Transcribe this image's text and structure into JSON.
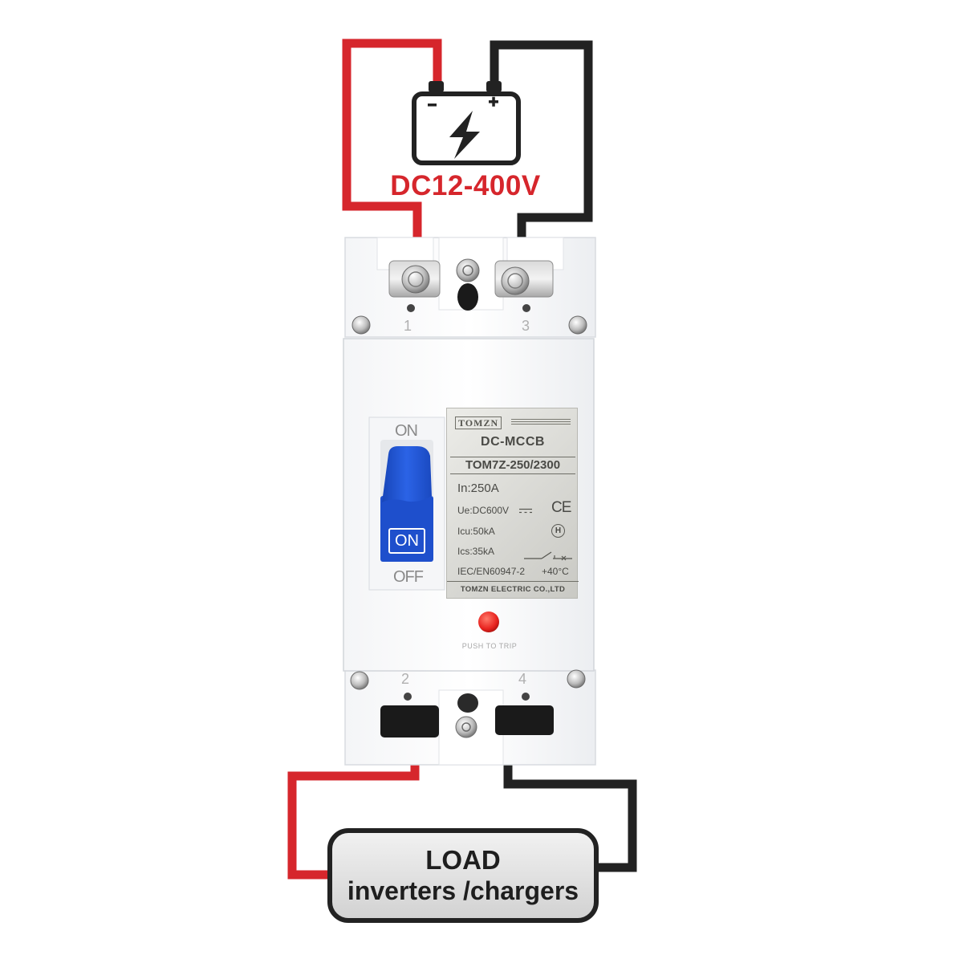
{
  "diagram": {
    "supply_voltage": "DC12-400V",
    "battery": {
      "negative_sign": "−",
      "positive_sign": "+"
    },
    "breaker": {
      "nameplate": {
        "brand": "TOMZN",
        "type": "DC-MCCB",
        "model": "TOM7Z-250/2300",
        "rated_current": "In:250A",
        "rated_voltage": "Ue:DC600V",
        "ultimate_breaking": "Icu:50kA",
        "service_breaking": "Ics:35kA",
        "standard": "IEC/EN60947-2",
        "temperature": "+40°C",
        "manufacturer": "TOMZN ELECTRIC CO.,LTD",
        "ce_mark": "CE",
        "h_mark": "H"
      },
      "switch": {
        "top_label": "ON",
        "handle_label": "ON",
        "bottom_label": "OFF",
        "handle_color": "#1f56d6"
      },
      "terminals": [
        "1",
        "3",
        "2",
        "4"
      ],
      "trip_button_label": "PUSH TO TRIP",
      "trip_button_color": "#e8231f"
    },
    "load": {
      "title": "LOAD",
      "subtitle": "inverters /chargers"
    },
    "colors": {
      "negative_wire": "#d6262c",
      "positive_wire": "#222222"
    }
  }
}
